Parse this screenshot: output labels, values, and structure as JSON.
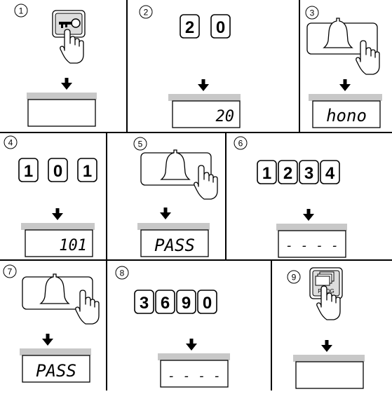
{
  "steps": [
    {
      "number": "①",
      "action": "key-icon",
      "display": ""
    },
    {
      "number": "②",
      "keys": [
        "2",
        "0"
      ],
      "display": "20"
    },
    {
      "number": "③",
      "action": "bell-button",
      "display": "hono"
    },
    {
      "number": "④",
      "keys": [
        "1",
        "0",
        "1"
      ],
      "display": "101"
    },
    {
      "number": "⑤",
      "action": "bell-button",
      "display": "PASS"
    },
    {
      "number": "⑥",
      "keys": [
        "1",
        "2",
        "3",
        "4"
      ],
      "display": "- - - -"
    },
    {
      "number": "⑦",
      "action": "bell-button",
      "display": "PASS"
    },
    {
      "number": "⑧",
      "keys": [
        "3",
        "6",
        "9",
        "0"
      ],
      "display": "- - - -"
    },
    {
      "number": "⑨",
      "action": "prog-button",
      "button_label": "PROG",
      "display": ""
    }
  ],
  "colors": {
    "line": "#000000",
    "shade": "#c8c8c8",
    "bg": "#ffffff"
  }
}
